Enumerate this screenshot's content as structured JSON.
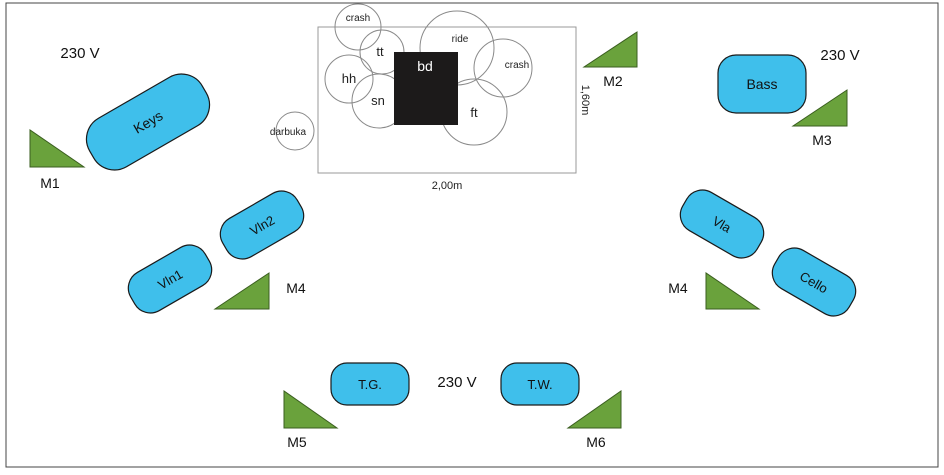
{
  "power_labels": {
    "top_left": "230 V",
    "top_right": "230 V",
    "bottom_center": "230 V"
  },
  "drum_riser": {
    "width_label": "2,00m",
    "depth_label": "1,60m",
    "drums": {
      "bass_drum": "bd",
      "crash_left": "crash",
      "tom": "tt",
      "ride": "ride",
      "crash_right": "crash",
      "hihat": "hh",
      "snare": "sn",
      "floor_tom": "ft"
    }
  },
  "darbuka": "darbuka",
  "instruments": {
    "keys": "Keys",
    "bass": "Bass",
    "violin1": "Vln1",
    "violin2": "Vln2",
    "viola": "Vla",
    "cello": "Cello",
    "tg": "T.G.",
    "tw": "T.W."
  },
  "monitors": {
    "m1": "M1",
    "m2": "M2",
    "m3": "M3",
    "m4_left": "M4",
    "m4_right": "M4",
    "m5": "M5",
    "m6": "M6"
  },
  "colors": {
    "instrument_fill": "#3fbfeb",
    "monitor_fill": "#6aa23c",
    "bass_drum": "#1c1a1a",
    "outline": "#1a1a1a"
  }
}
